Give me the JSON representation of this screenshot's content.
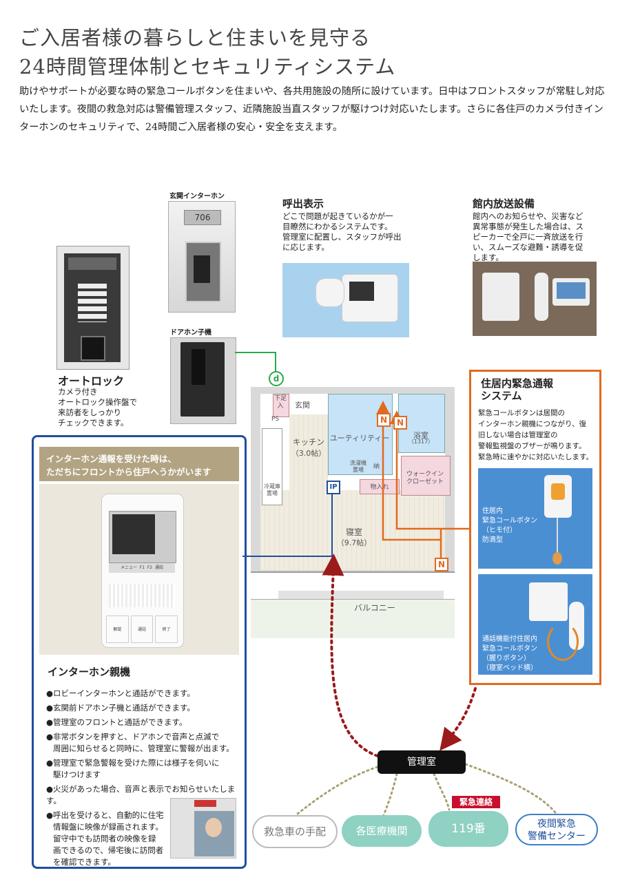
{
  "title": {
    "line1": "ご入居者様の暮らしと住まいを見守る",
    "line2": "24時間管理体制とセキュリティシステム"
  },
  "intro": "助けやサポートが必要な時の緊急コールボタンを住まいや、各共用施設の随所に設けています。日中はフロントスタッフが常駐し対応いたします。夜間の救急対応は警備管理スタッフ、近隣施設当直スタッフが駆けつけ対応いたします。さらに各住戸のカメラ付きインターホンのセキュリティで、24時間ご入居者様の安心・安全を支えます。",
  "autolock": {
    "heading": "オートロック",
    "desc": [
      "カメラ付き",
      "オートロック操作盤で",
      "来訪者をしっかり",
      "チェックできます。"
    ]
  },
  "entrance": {
    "caption": "玄関インターホン",
    "room_no": "706"
  },
  "doorphone": {
    "caption": "ドアホン子機"
  },
  "call_display": {
    "heading": "呼出表示",
    "desc": [
      "どこで問題が起きているかが一",
      "目瞭然にわかるシステムです。",
      "管理室に配置し、スタッフが呼出",
      "に応じます。"
    ]
  },
  "broadcast": {
    "heading": "館内放送設備",
    "desc": [
      "館内へのお知らせや、災害など",
      "異常事態が発生した場合は、ス",
      "ピーカーで全戸に一斉放送を行",
      "い、スムーズな避難・誘導を促",
      "します。"
    ]
  },
  "intercom": {
    "banner_line1": "インターホン通報を受けた時は、",
    "banner_line2": "ただちにフロントから住戸へうかがいます",
    "heading": "インターホン親機",
    "bullets": [
      [
        "●ロビーインターホンと通話ができます。"
      ],
      [
        "●玄関前ドアホン子機と通話ができます。"
      ],
      [
        "●管理室のフロントと通話ができます。"
      ],
      [
        "●非常ボタンを押すと、ドアホンで音声と点滅で",
        "周囲に知らせると同時に、管理室に警報が出ます。"
      ],
      [
        "●管理室で緊急警報を受けた際には様子を伺いに",
        "駆けつけます"
      ],
      [
        "●火災があった場合、音声と表示でお知らせいたします。"
      ],
      [
        "●呼出を受けると、自動的に住宅",
        "情報盤に映像が録画されます。",
        "留守中でも訪問者の映像を録",
        "画できるので、帰宅後に訪問者",
        "を確認できます。"
      ]
    ],
    "device_buttons": [
      "メニュー",
      "F1",
      "F2",
      "通話",
      "解錠",
      "通話",
      "終了"
    ]
  },
  "emergency": {
    "heading_line1": "住居内緊急通報",
    "heading_line2": "システム",
    "desc": [
      "緊急コールボタンは居間の",
      "インターホン親機につながり、復",
      "旧しない場合は管理室の",
      "警報監視盤のブザーが鳴ります。",
      "緊急時に速やかに対応いたします。"
    ],
    "photo1": [
      "住居内",
      "緊急コールボタン",
      "（ヒモ付）",
      "防滴型"
    ],
    "photo2": [
      "通話機能付住居内",
      "緊急コールボタン",
      "（握りボタン）",
      "（寝室ベッド横）"
    ]
  },
  "floorplan": {
    "rooms": {
      "genkan": "玄関",
      "geta": "下足入",
      "kitchen": "キッチン",
      "kitchen_size": "（3.0帖）",
      "utility": "ユーティリティー",
      "bath": "浴室",
      "bath_size": "（1317）",
      "bedroom": "寝室",
      "bedroom_size": "（9.7帖）",
      "walkin": "ウォークイン",
      "walkin2": "クローゼット",
      "balcony": "バルコニー",
      "storage": "物入れ",
      "fridge": "冷蔵庫",
      "fridge2": "置場",
      "washer": "洗濯機",
      "washer2": "置場",
      "storage2": "納",
      "ps": "PS"
    },
    "markers": {
      "d": "d",
      "ip": "IP",
      "n": "N"
    }
  },
  "management": {
    "center": "管理室",
    "urgent": "緊急連絡",
    "nodes": [
      "救急車の手配",
      "各医療機関",
      "119番",
      "夜間緊急\n警備センター"
    ]
  },
  "colors": {
    "blue": "#1f4e9c",
    "orange": "#e06a1e",
    "green": "#2aa84a",
    "darkred": "#9b1b1b",
    "teal": "#8fd1c2"
  }
}
